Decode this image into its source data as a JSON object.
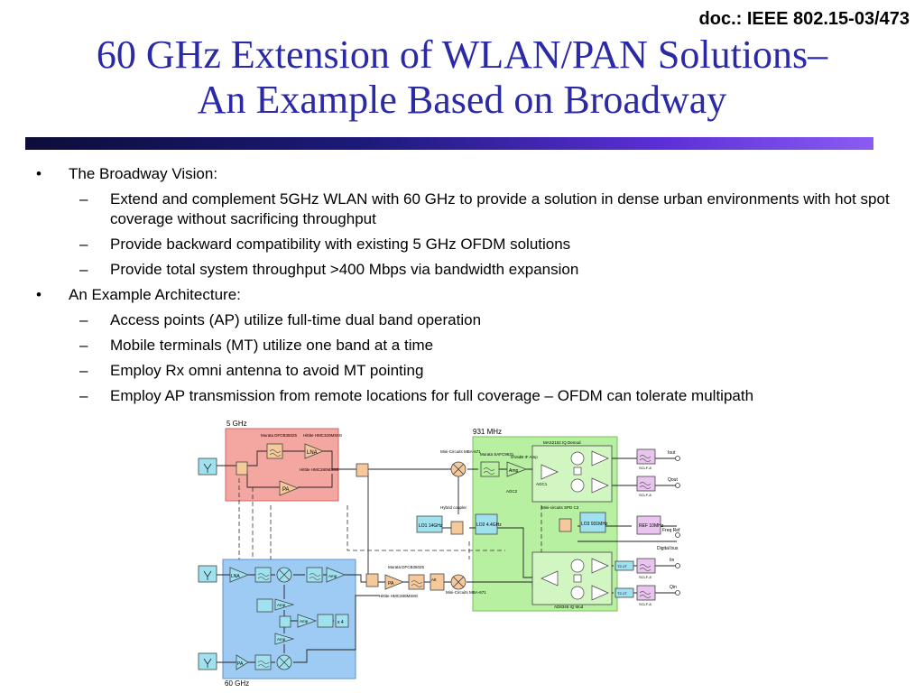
{
  "header": {
    "doc_id": "doc.: IEEE 802.15-03/473",
    "title_line1": "60 GHz Extension of WLAN/PAN Solutions–",
    "title_line2": "An Example Based on Broadway"
  },
  "bullets": [
    {
      "level": 1,
      "text": "The Broadway Vision:"
    },
    {
      "level": 2,
      "text": "Extend and complement 5GHz WLAN with 60 GHz to provide a solution in dense urban environments with hot spot coverage without sacrificing throughput"
    },
    {
      "level": 2,
      "text": "Provide backward compatibility with existing 5 GHz OFDM solutions"
    },
    {
      "level": 2,
      "text": "Provide total system throughput >400 Mbps via bandwidth expansion"
    },
    {
      "level": 1,
      "text": "An Example Architecture:"
    },
    {
      "level": 2,
      "text": "Access points (AP) utilize full-time dual band operation"
    },
    {
      "level": 2,
      "text": "Mobile terminals (MT) utilize one band at a time"
    },
    {
      "level": 2,
      "text": "Employ Rx omni antenna to avoid MT pointing"
    },
    {
      "level": 2,
      "text": "Employ AP transmission from remote locations for full coverage – OFDM can tolerate multipath"
    }
  ],
  "markers": {
    "level1": "•",
    "level2": "–"
  },
  "diagram": {
    "labels": {
      "band5": "5 GHz",
      "band60": "60 GHz",
      "mhz931": "931 MHz",
      "murata1": "Murata DFCB35025",
      "hittite1": "Hittite HMC320MS8G",
      "hittite2": "Hittite HMC280MS8G",
      "lna": "LNA",
      "pa": "PA",
      "amp": "Amp",
      "minicirc1": "Mini-Circuits MBA-671",
      "murata2": "Murata SAFC9631",
      "ifamp": "0/15dB IF Amp",
      "agc2": "AGC2",
      "agc1": "AGC1",
      "iqdemod": "MAX2102 IQ Demod",
      "iqmod": "AD8346 IQ Mod",
      "hybrid": "Hybrid coupler",
      "lo1": "LO1 14GHz",
      "lo2": "LO2 4.4GHz",
      "lo3": "LO3 931MHz",
      "ref": "REF 10MHz",
      "minicirc2": "Mini-circuits SPD C3",
      "iout": "Iout",
      "qout": "Qout",
      "freqref": "Freq Ref",
      "digbus": "Digital bus",
      "iin": "Iin",
      "qin": "Qin",
      "sclf": "SCLF-8",
      "t2": "T2-1T",
      "murata3": "Murata DFCB35025",
      "hittite3": "Hittite HMC280MS8G",
      "minicirc3": "Mini-Circuits MBA-671",
      "x4": "x 4",
      "att": "Att"
    },
    "colors": {
      "red_block": "#f4a6a0",
      "green_block": "#b8f0a2",
      "blue_block": "#9ecbf4",
      "comp_fill": "#f6c99a",
      "lo_fill": "#9fe1ef",
      "filter_fill": "#e8c4ee"
    }
  }
}
